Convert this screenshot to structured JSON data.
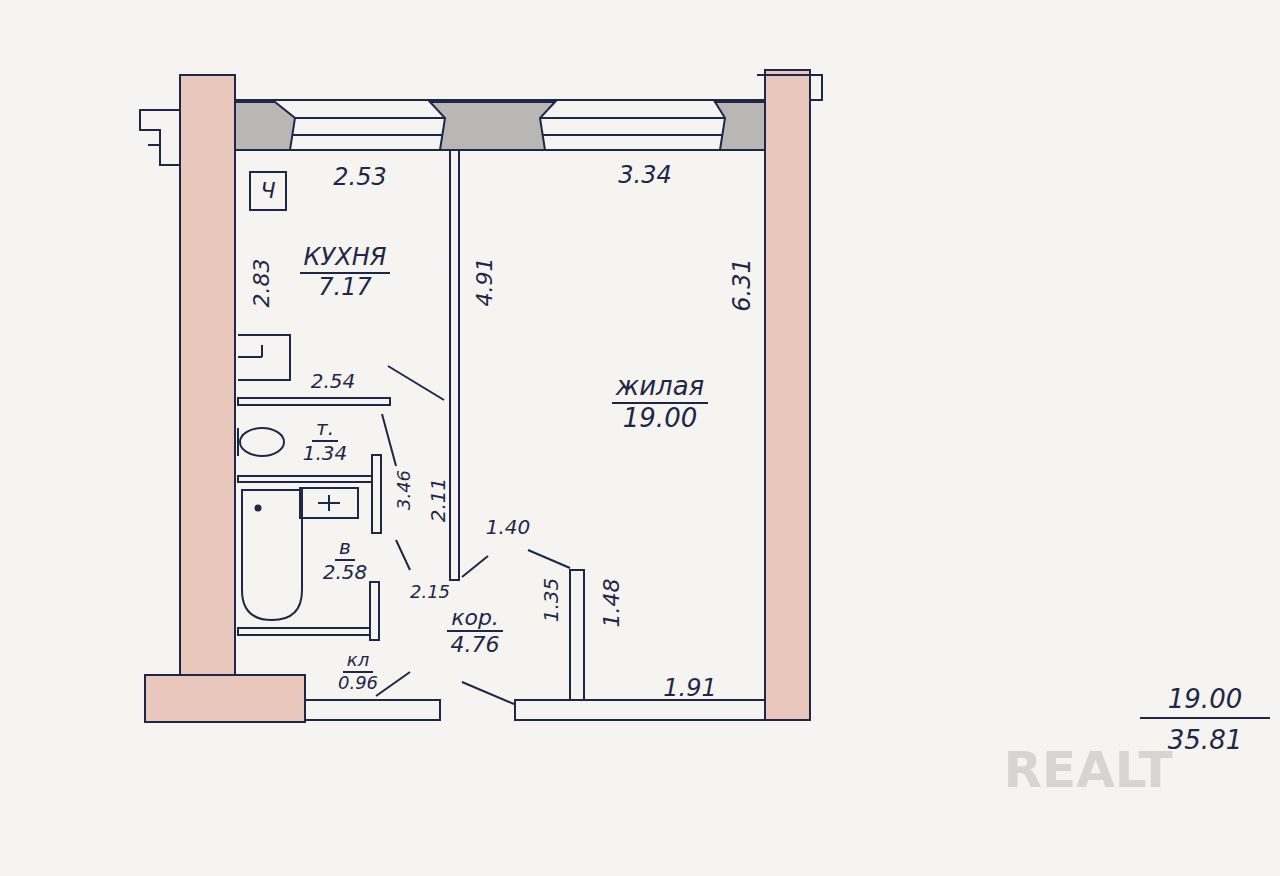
{
  "diagram": {
    "nodes": [
      {
        "text": [
          "КУХНЯ",
          "7.17"
        ]
      },
      {
        "text": [
          "жилая",
          "19.00"
        ]
      },
      {
        "text": [
          "т.",
          "1.34"
        ]
      },
      {
        "text": [
          "в",
          "2.58"
        ]
      },
      {
        "text": [
          "кор.",
          "4.76"
        ]
      },
      {
        "text": [
          "кл",
          "0.96"
        ]
      }
    ],
    "labels": [
      "2.53",
      "3.34",
      "Ч",
      "2.83",
      "4.91",
      "6.31",
      "2.54",
      "3.46",
      "2.11",
      "1.40",
      "2.15",
      "1.35",
      "1.48",
      "1.91",
      "19.00",
      "35.81",
      "REALT"
    ]
  }
}
